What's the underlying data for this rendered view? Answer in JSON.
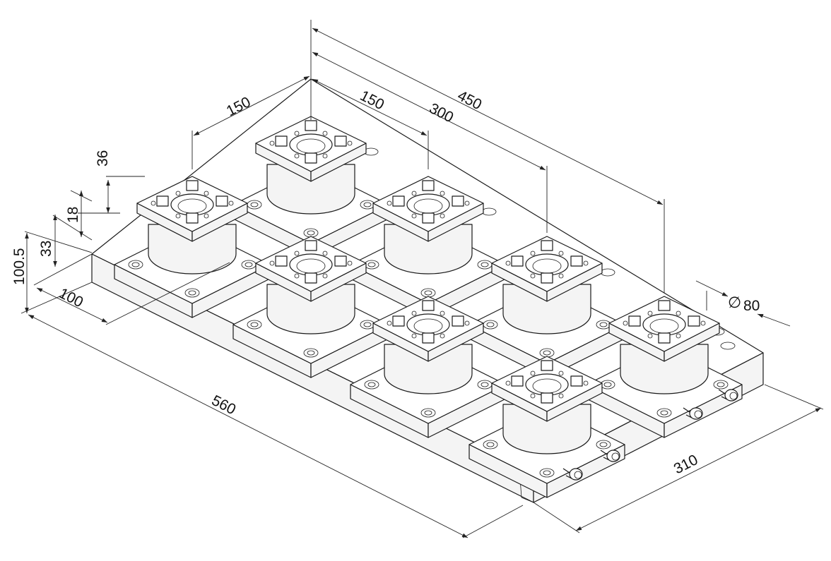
{
  "dimensions": {
    "d150a": "150",
    "d150b": "150",
    "d300": "300",
    "d450": "450",
    "d36": "36",
    "d18": "18",
    "d33": "33",
    "d100_5": "100.5",
    "d100": "100",
    "d560": "560",
    "d310": "310",
    "d80": "80",
    "diameter_symbol": "∅"
  },
  "drawing": {
    "chuck_count": 8,
    "fitting_count": 4,
    "line_color": "#1a1a1a",
    "background": "#ffffff"
  }
}
